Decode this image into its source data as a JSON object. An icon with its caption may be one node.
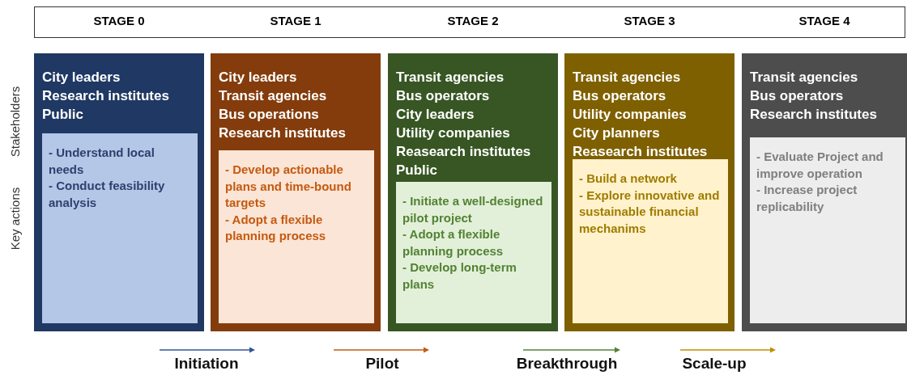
{
  "diagram": {
    "nodes": [
      {
        "text": [
          "City leaders",
          "Research institutes",
          "Public"
        ]
      },
      {
        "text": [
          "- Understand local needs",
          "- Conduct feasibility analysis"
        ],
        "in": 0
      },
      {
        "text": [
          "City leaders",
          "Transit agencies",
          "Bus operations",
          "Research institutes"
        ]
      },
      {
        "text": [
          "- Develop actionable plans and time-bound targets",
          "- Adopt a flexible planning process"
        ],
        "in": 2
      },
      {
        "text": [
          "Transit agencies",
          "Bus operators",
          "City leaders",
          "Utility companies",
          "Reasearch institutes",
          "Public"
        ]
      },
      {
        "text": [
          "- Initiate a well-designed pilot project",
          "- Adopt a flexible planning process",
          "- Develop long-term plans"
        ],
        "in": 4
      },
      {
        "text": [
          "Transit agencies",
          "Bus operators",
          "Utility companies",
          "City planners",
          "Reasearch institutes"
        ]
      },
      {
        "text": [
          "- Build a network",
          "- Explore innovative and sustainable financial mechanims"
        ],
        "in": 6
      },
      {
        "text": [
          "Transit agencies",
          "Bus operators",
          "Research institutes"
        ]
      },
      {
        "text": [
          "- Evaluate Project and improve operation",
          "- Increase project replicability"
        ],
        "in": 8
      }
    ],
    "edges": [],
    "labels": [
      "STAGE 0",
      "STAGE 1",
      "STAGE 2",
      "STAGE 3",
      "STAGE 4",
      "Stakeholders",
      "Key actions",
      "Initiation",
      "Pilot",
      "Breakthrough",
      "Scale-up"
    ]
  }
}
